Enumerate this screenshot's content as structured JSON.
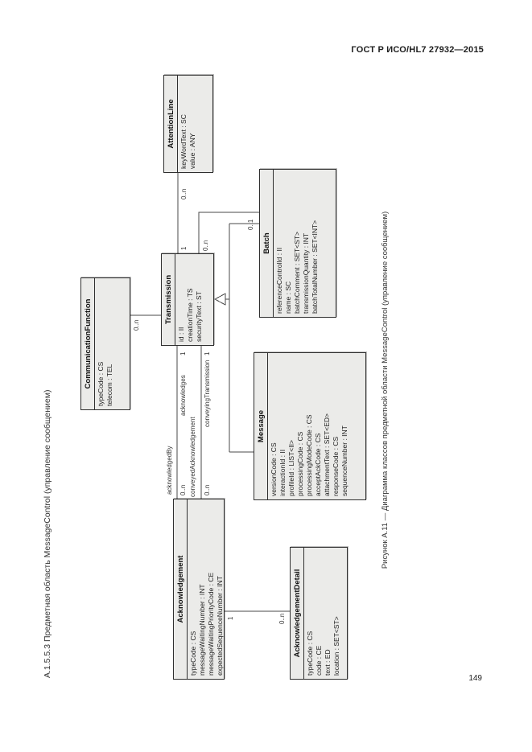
{
  "page": {
    "header": "ГОСТ Р ИСО/HL7 27932—2015",
    "page_number": "149",
    "section_heading": "А.1.5.5.3 Предметная область MessageControl (управление сообщением)",
    "figure_caption": "Рисунок А.11 — Диаграмма классов предметной области MessageControl (управление сообщением)"
  },
  "colors": {
    "box_fill": "#ebebe9",
    "box_border": "#2f2f2f",
    "connector_line": "#4a4a4a"
  },
  "diagram": {
    "classes": {
      "communication_function": {
        "title": "CommunicationFunction",
        "attrs": [
          "typeCode : CS",
          "telecom : TEL"
        ]
      },
      "transmission": {
        "title": "Transmission",
        "attrs": [
          "id : II",
          "creationTime : TS",
          "securityText : ST"
        ]
      },
      "attention_line": {
        "title": "AttentionLine",
        "attrs": [
          "keyWordText : SC",
          "value : ANY"
        ]
      },
      "batch": {
        "title": "Batch",
        "attrs": [
          "referenceControlId : II",
          "name : SC",
          "batchComment : SET<ST>",
          "transmissionQuantity : INT",
          "batchTotalNumber : SET<INT>"
        ]
      },
      "message": {
        "title": "Message",
        "attrs": [
          "versionCode : CS",
          "interactionId : II",
          "profileId : LIST<II>",
          "processingCode : CS",
          "processingModeCode : CS",
          "acceptAckCode : CS",
          "attachmentText : SET<ED>",
          "responseCode : CS",
          "sequenceNumber : INT"
        ]
      },
      "acknowledgement": {
        "title": "Acknowledgement",
        "attrs": [
          "typeCode : CS",
          "messageWaitingNumber : INT",
          "messageWaitingPriorityCode : CE",
          "expectedSequenceNumber : INT"
        ]
      },
      "acknowledgement_detail": {
        "title": "AcknowledgementDetail",
        "attrs": [
          "typeCode : CS",
          "code : CE",
          "text : ED",
          "location : SET<ST>"
        ]
      }
    },
    "labels": {
      "cf_mult": "0..n",
      "attention_mult": "0..n",
      "attention_transmission_mult": "1",
      "batch_transmission_mult": "0..n",
      "batch_mult": "0..1",
      "acknowledges_role": "acknowledges",
      "acknowledges_mult": "1",
      "acknowledged_by_role": "acknowledgedBy",
      "acknowledged_by_mult": "0..n",
      "conveying_role": "conveyingTransmission",
      "conveying_mult": "1",
      "conveyed_role": "conveyedAcknowledgement",
      "conveyed_mult": "0..n",
      "ack_detail_ack_mult": "1",
      "ack_detail_mult": "0..n"
    }
  }
}
